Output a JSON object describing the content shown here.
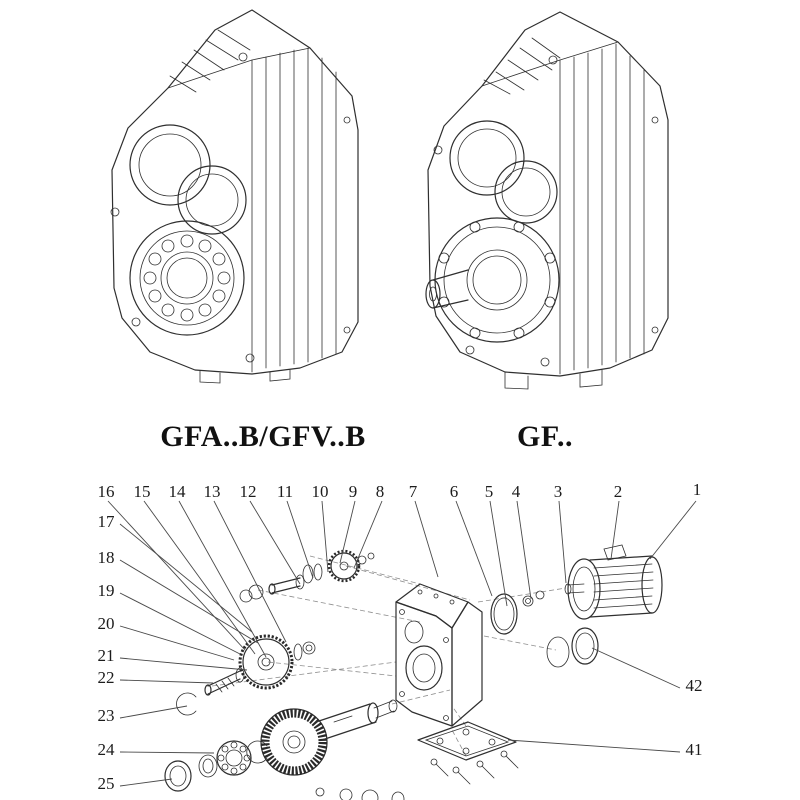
{
  "page_type": "gear-reducer-catalog-figure",
  "colors": {
    "background": "#ffffff",
    "line": "#2f2f2f"
  },
  "models": [
    {
      "label": "GFA..B/GFV..B"
    },
    {
      "label": "GF.."
    }
  ],
  "exploded": {
    "top_labels": [
      "16",
      "15",
      "14",
      "13",
      "12",
      "11",
      "10",
      "9",
      "8",
      "7",
      "6",
      "5",
      "4",
      "3",
      "2",
      "1"
    ],
    "left_labels": [
      "17",
      "18",
      "19",
      "20",
      "21",
      "22",
      "23",
      "24",
      "25"
    ],
    "right_labels": [
      "42",
      "41"
    ]
  }
}
